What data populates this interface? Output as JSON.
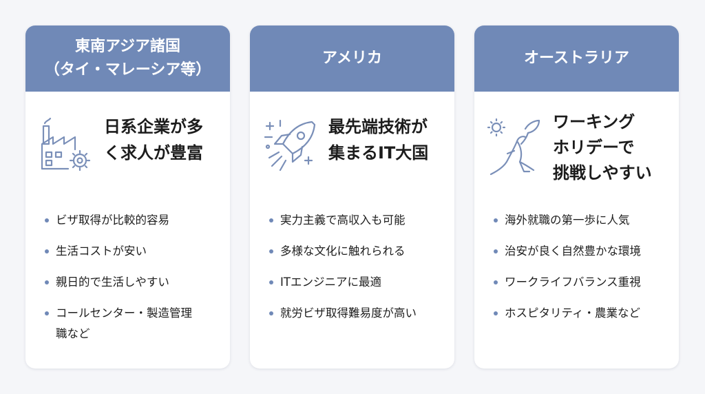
{
  "cards": [
    {
      "title_lines": [
        "東南アジア諸国",
        "（タイ・マレーシア等）"
      ],
      "icon": "factory-gear-icon",
      "feature_lines": [
        "日系企業が多",
        "く求人が豊富"
      ],
      "bullets": [
        "ビザ取得が比較的容易",
        "生活コストが安い",
        "親日的で生活しやすい"
      ],
      "bullet_wrap": [
        "コールセンター・製造管理",
        "職など"
      ]
    },
    {
      "title_lines": [
        "アメリカ"
      ],
      "icon": "rocket-icon",
      "feature_lines": [
        "最先端技術が",
        "集まるIT大国"
      ],
      "bullets": [
        "実力主義で高収入も可能",
        "多様な文化に触れられる",
        "ITエンジニアに最適",
        "就労ビザ取得難易度が高い"
      ]
    },
    {
      "title_lines": [
        "オーストラリア"
      ],
      "icon": "kangaroo-icon",
      "feature_lines": [
        "ワーキング",
        "ホリデーで",
        "挑戦しやすい"
      ],
      "bullets": [
        "海外就職の第一歩に人気",
        "治安が良く自然豊かな環境",
        "ワークライフバランス重視",
        "ホスピタリティ・農業など"
      ]
    }
  ],
  "colors": {
    "header": "#7089b7",
    "icon": "#7a8fb8",
    "background": "#f5f6f9"
  }
}
